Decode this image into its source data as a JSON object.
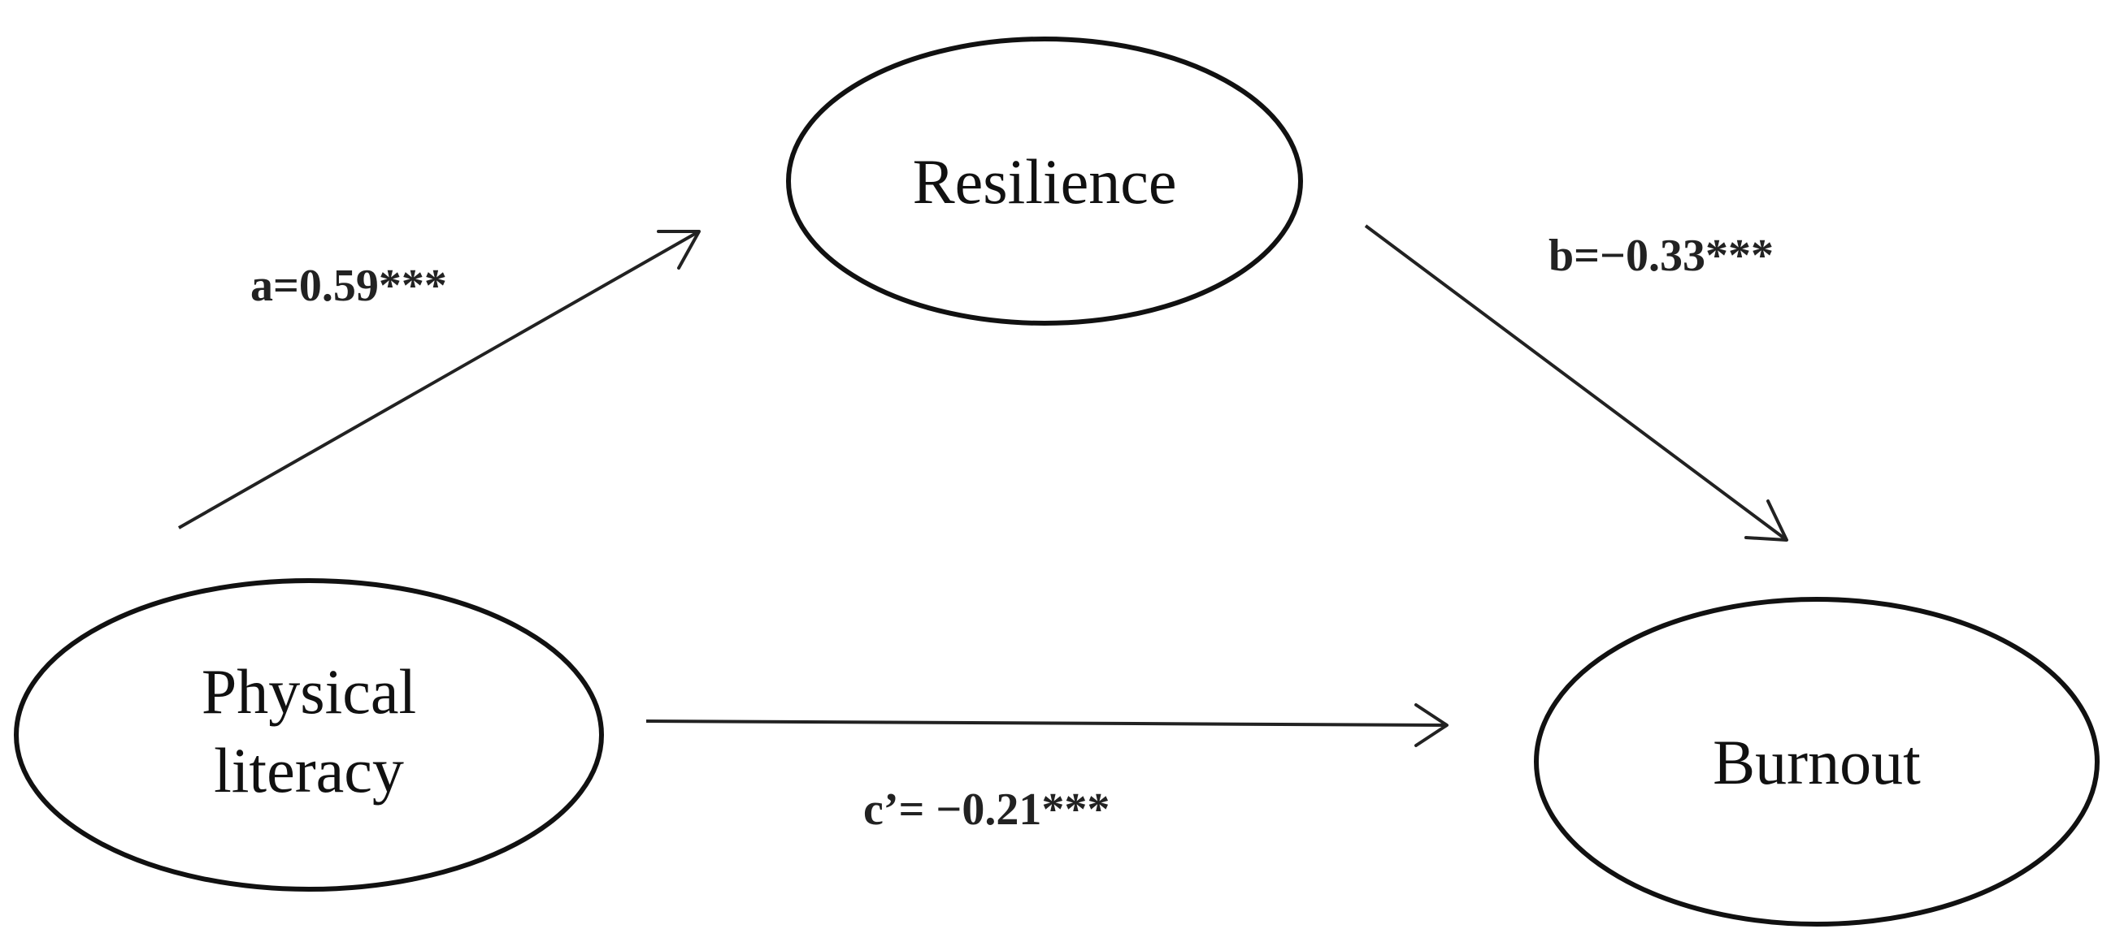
{
  "nodes": {
    "resilience": {
      "label": "Resilience"
    },
    "physical_literacy": {
      "label_line1": "Physical",
      "label_line2": "literacy"
    },
    "burnout": {
      "label": "Burnout"
    }
  },
  "paths": {
    "a": {
      "label": "a=0.59***",
      "from": "Physical literacy",
      "to": "Resilience",
      "coefficient": 0.59
    },
    "b": {
      "label": "b=−0.33***",
      "from": "Resilience",
      "to": "Burnout",
      "coefficient": -0.33
    },
    "c_prime": {
      "label": "c’= −0.21***",
      "from": "Physical literacy",
      "to": "Burnout",
      "coefficient": -0.21
    }
  },
  "colors": {
    "stroke": "#111111",
    "background": "#ffffff"
  }
}
